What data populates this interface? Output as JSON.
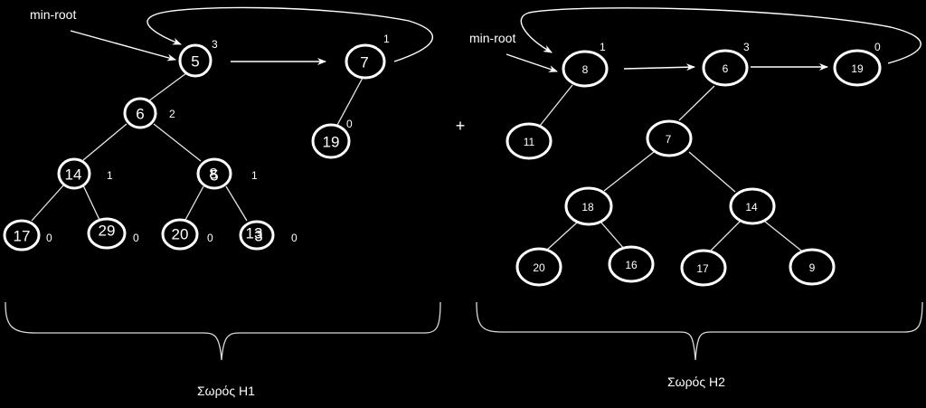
{
  "heap1": {
    "min_root_label": "min-root",
    "caption": "Σωρός H1",
    "nodes": [
      {
        "value": "5",
        "degree": "3"
      },
      {
        "value": "7",
        "degree": "1"
      },
      {
        "value": "6",
        "degree": "2"
      },
      {
        "value": "19",
        "degree": "0"
      },
      {
        "value": "14",
        "degree": "1"
      },
      {
        "value": "8",
        "degree": "1",
        "overlay": "5"
      },
      {
        "value": "17",
        "degree": "0"
      },
      {
        "value": "29",
        "degree": "0"
      },
      {
        "value": "20",
        "degree": "0"
      },
      {
        "value": "13",
        "degree": "0",
        "overlay": "3"
      }
    ]
  },
  "plus_sign": "+",
  "heap2": {
    "min_root_label": "min-root",
    "caption": "Σωρός H2",
    "nodes": [
      {
        "value": "8",
        "degree": "1"
      },
      {
        "value": "6",
        "degree": "3"
      },
      {
        "value": "19",
        "degree": "0"
      },
      {
        "value": "11"
      },
      {
        "value": "7"
      },
      {
        "value": "18"
      },
      {
        "value": "14"
      },
      {
        "value": "20"
      },
      {
        "value": "16"
      },
      {
        "value": "17"
      },
      {
        "value": "9"
      }
    ]
  }
}
